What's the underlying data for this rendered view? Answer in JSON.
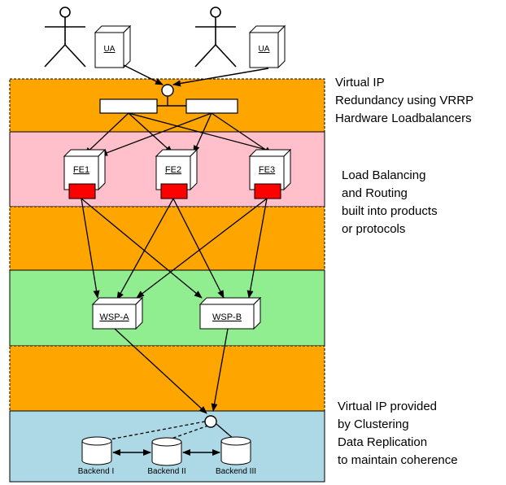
{
  "colors": {
    "band_orange": "#FFA500",
    "band_pink": "#FFC0CB",
    "band_green": "#90EE90",
    "band_blue": "#ADD8E6",
    "port_red": "#FF0000",
    "stroke": "#000000"
  },
  "actors": {
    "user_agent_label": "UA"
  },
  "front_ends": [
    "FE1",
    "FE2",
    "FE3"
  ],
  "servers": [
    "WSP-A",
    "WSP-B"
  ],
  "backends": [
    "Backend I",
    "Backend II",
    "Backend III"
  ],
  "notes": {
    "virtual_ip": [
      "Virtual IP",
      "Redundancy using VRRP",
      "Hardware Loadbalancers"
    ],
    "load_balancing": [
      "Load Balancing",
      "and Routing",
      "built into products",
      "or protocols"
    ],
    "clustering": [
      "Virtual IP provided",
      "by Clustering",
      "Data Replication",
      "to maintain coherence"
    ]
  }
}
